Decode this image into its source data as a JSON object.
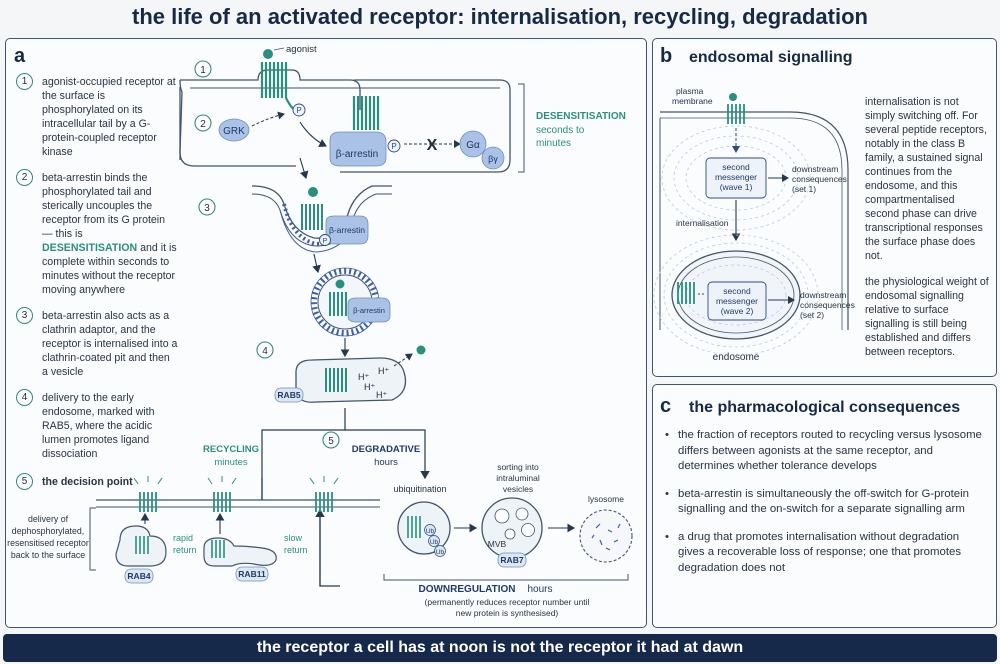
{
  "title": "the life of an activated receptor: internalisation, recycling, degradation",
  "panel_a": {
    "label": "a",
    "steps": [
      {
        "num": "1",
        "text": "agonist-occupied receptor at the surface is phosphorylated on its intracellular tail by a G-protein-coupled receptor kinase"
      },
      {
        "num": "2",
        "text_pre": "beta-arrestin binds the phosphorylated tail and sterically uncouples the receptor from its G protein — this is ",
        "highlight": "DESENSITISATION",
        "text_post": " and it is complete within seconds to minutes without the receptor moving anywhere"
      },
      {
        "num": "3",
        "text": "beta-arrestin also acts as a clathrin adaptor, and the receptor is internalised into a clathrin-coated pit and then a vesicle"
      },
      {
        "num": "4",
        "text": "delivery to the early endosome, marked with RAB5, where the acidic lumen promotes ligand dissociation"
      },
      {
        "num": "5",
        "text": "the decision point"
      }
    ],
    "diagram": {
      "agonist": "agonist",
      "grk": "GRK",
      "p": "P",
      "beta_arrestin": "β-arrestin",
      "g_alpha": "Gα",
      "g_beta_gamma": "βγ",
      "x_mark": "X",
      "desens_title": "DESENSITISATION",
      "desens_sub1": "seconds to",
      "desens_sub2": "minutes",
      "h_plus": "H⁺",
      "rab5": "RAB5",
      "recycling_title": "RECYCLING",
      "recycling_sub": "minutes",
      "degradative_title": "DEGRADATIVE",
      "degradative_sub": "hours",
      "recycle_note": [
        "delivery of",
        "dephosphorylated,",
        "resensitised receptor",
        "back to the surface"
      ],
      "rapid": [
        "rapid",
        "return"
      ],
      "slow": [
        "slow",
        "return"
      ],
      "rab4": "RAB4",
      "rab11": "RAB11",
      "ubiquitination": "ubiquitination",
      "ub": "Ub",
      "sorting": [
        "sorting into",
        "intraluminal",
        "vesicles"
      ],
      "mvb": "MVB",
      "rab7": "RAB7",
      "lysosome": "lysosome",
      "downreg_title": "DOWNREGULATION",
      "downreg_hours": "hours",
      "downreg_note": [
        "(permanently reduces receptor number until",
        "new protein is synthesised)"
      ]
    }
  },
  "panel_b": {
    "label": "b",
    "title": "endosomal signalling",
    "plasma_membrane": [
      "plasma",
      "membrane"
    ],
    "second_messenger_1": [
      "second",
      "messenger",
      "(wave 1)"
    ],
    "downstream_1": [
      "downstream",
      "consequences",
      "(set 1)"
    ],
    "internalisation": "internalisation",
    "second_messenger_2": [
      "second",
      "messenger",
      "(wave 2)"
    ],
    "downstream_2": [
      "downstream",
      "consequences",
      "(set 2)"
    ],
    "endosome": "endosome",
    "para1": "internalisation is not simply switching off. For several peptide receptors, notably in the class B family, a sustained signal continues from the endosome, and this compartmentalised second phase can drive transcriptional responses the surface phase does not.",
    "para2": "the physiological weight of endosomal signalling relative to surface signalling is still being established and differs between receptors."
  },
  "panel_c": {
    "label": "c",
    "title": "the pharmacological consequences",
    "bullets": [
      "the fraction of receptors routed to recycling versus lysosome differs between agonists at the same receptor, and determines whether tolerance develops",
      "beta-arrestin is simultaneously the off-switch for G-protein signalling and the on-switch for a separate signalling arm",
      "a drug that promotes internalisation without degradation gives a recoverable loss of response; one that promotes degradation does not"
    ]
  },
  "banner": "the receptor a cell has at noon is not the receptor it had at dawn",
  "colors": {
    "teal": "#2a8f7f",
    "navy": "#172a45",
    "arrestin": "#a9c2e6",
    "membrane": "#42556b"
  }
}
